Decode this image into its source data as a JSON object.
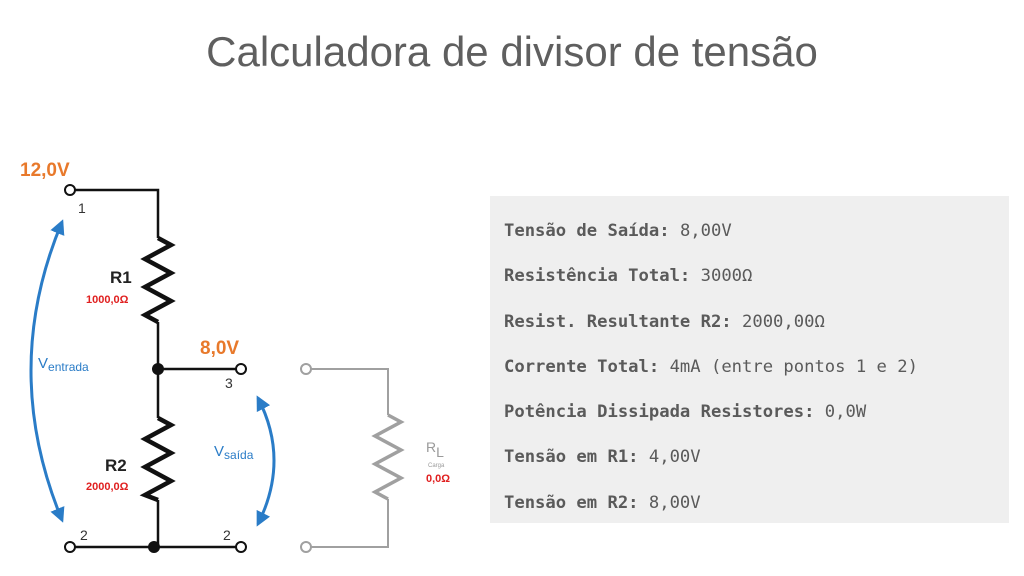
{
  "title": "Calculadora de divisor de tensão",
  "circuit": {
    "input_voltage": "12,0V",
    "output_voltage": "8,0V",
    "node_1": "1",
    "node_2_left": "2",
    "node_3": "3",
    "node_2_right": "2",
    "r1_name": "R1",
    "r1_value": "1000,0Ω",
    "r2_name": "R2",
    "r2_value": "2000,0Ω",
    "v_in_main": "V",
    "v_in_sub": "entrada",
    "v_out_main": "V",
    "v_out_sub": "saída",
    "load_main": "R",
    "load_sub": "L",
    "load_note": "Carga",
    "load_value": "0,0Ω"
  },
  "colors": {
    "voltage_label": "#e8792b",
    "resistor_value": "#e02020",
    "arrow": "#2a7cc7",
    "load_wire": "#a0a0a0",
    "panel_bg": "#efefef"
  },
  "results": [
    {
      "label": "Tensão de Saída:",
      "value": "8,00V"
    },
    {
      "label": "Resistência Total:",
      "value": "3000Ω"
    },
    {
      "label": "Resist. Resultante R2:",
      "value": "2000,00Ω"
    },
    {
      "label": "Corrente Total:",
      "value": "4mA (entre pontos 1 e 2)"
    },
    {
      "label": "Potência Dissipada Resistores:",
      "value": "0,0W"
    },
    {
      "label": "Tensão em R1:",
      "value": "4,00V"
    },
    {
      "label": "Tensão em R2:",
      "value": "8,00V"
    }
  ]
}
